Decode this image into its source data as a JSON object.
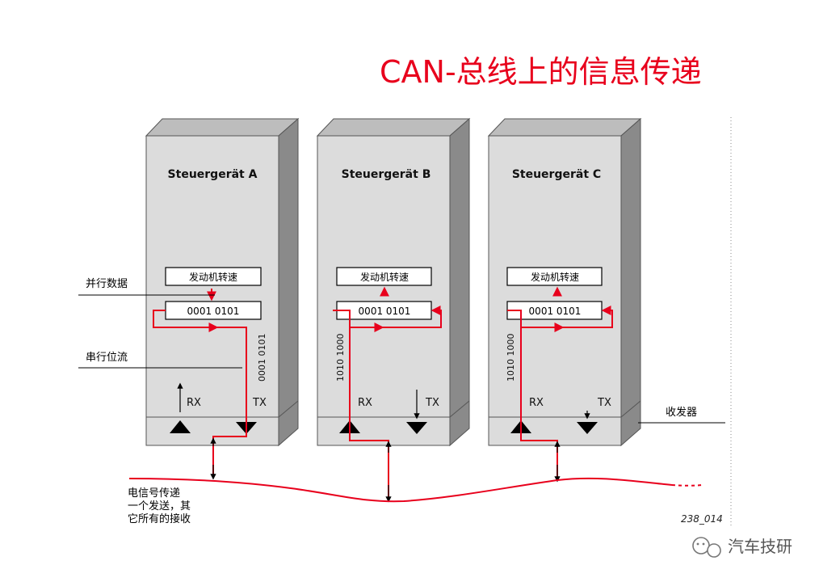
{
  "title": "CAN-总线上的信息传递",
  "units": [
    {
      "name": "Steuergerät A",
      "top_box": "发动机转速",
      "bottom_box": "0001 0101",
      "bits": "0001 0101",
      "rx": "RX",
      "tx": "TX"
    },
    {
      "name": "Steuergerät B",
      "top_box": "发动机转速",
      "bottom_box": "0001 0101",
      "bits": "1010 1000",
      "rx": "RX",
      "tx": "TX"
    },
    {
      "name": "Steuergerät C",
      "top_box": "发动机转速",
      "bottom_box": "0001 0101",
      "bits": "1010 1000",
      "rx": "RX",
      "tx": "TX"
    }
  ],
  "labels": {
    "parallel_data": "并行数据",
    "serial_bitstream": "串行位流",
    "transceiver": "收发器",
    "signal_line1": "电信号传递",
    "signal_line2": "一个发送，其",
    "signal_line3": "它所有的接收"
  },
  "figure_ref": "238_014",
  "watermark": "汽车技研",
  "colors": {
    "title": "#e8001c",
    "signal": "#e8001c",
    "unit_front": "#dcdcdc",
    "unit_side": "#8a8a8a",
    "unit_top": "#bdbdbd"
  }
}
